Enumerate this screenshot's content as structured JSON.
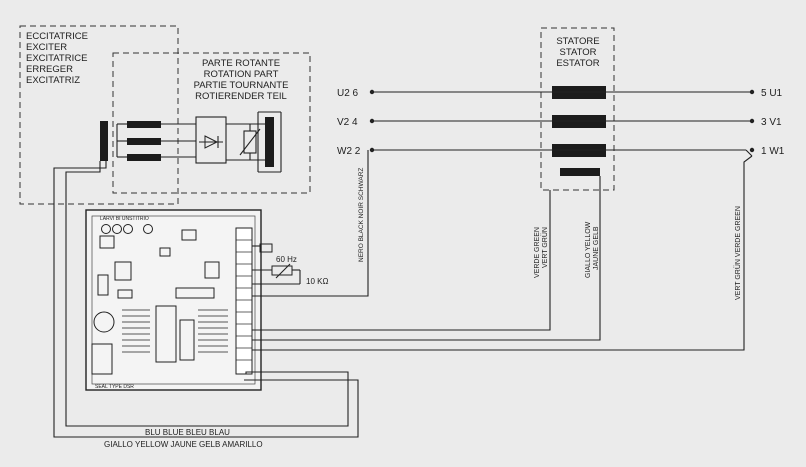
{
  "exciter_labels": [
    "ECCITATRICE",
    "EXCITER",
    "EXCITATRICE",
    "ERREGER",
    "EXCITATRIZ"
  ],
  "rotor_labels": [
    "PARTE ROTANTE",
    "ROTATION PART",
    "PARTIE TOURNANTE",
    "ROTIERENDER TEIL"
  ],
  "stator_labels": [
    "STATORE",
    "STATOR",
    "ESTATOR"
  ],
  "terminals": {
    "u2": "U2 6",
    "v2": "V2 4",
    "w2": "W2 2",
    "u1": "5 U1",
    "v1": "3 V1",
    "w1": "1 W1"
  },
  "wire_labels": {
    "black": "NERO BLACK NOIR SCHWARZ",
    "green_a1": "VERDE GREEN",
    "green_a2": "VERT GRÜN",
    "yellow_1": "GIALLO YELLOW",
    "yellow_2": "JAUNE GELB",
    "green_b": "VERT GRÜN VERDE GREEN",
    "blue": "BLU BLUE BLEU BLAU",
    "yellow_bottom": "GIALLO YELLOW JAUNE GELB AMARILLO"
  },
  "components": {
    "freq": "60 Hz",
    "pot": "10 KΩ"
  },
  "board_header": "LARVI BI UNSTITRIO",
  "board_footer": "SEAL TYPE DSR"
}
